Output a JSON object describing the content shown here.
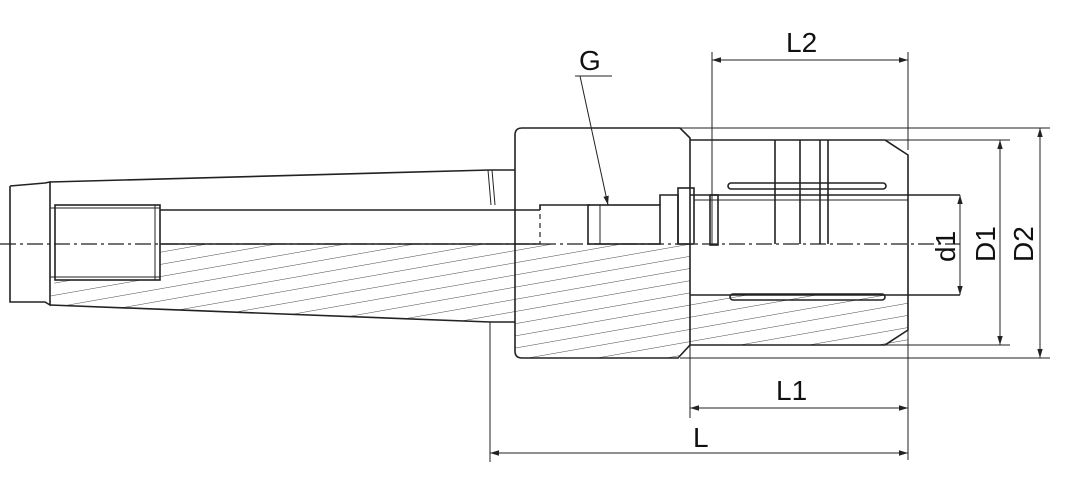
{
  "labels": {
    "thread": "G",
    "length_l2": "L2",
    "length_l1": "L1",
    "length_l": "L",
    "diameter_d1": "d1",
    "diameter_D1": "D1",
    "diameter_D2": "D2"
  },
  "colors": {
    "line": "#222222",
    "background": "#ffffff"
  }
}
